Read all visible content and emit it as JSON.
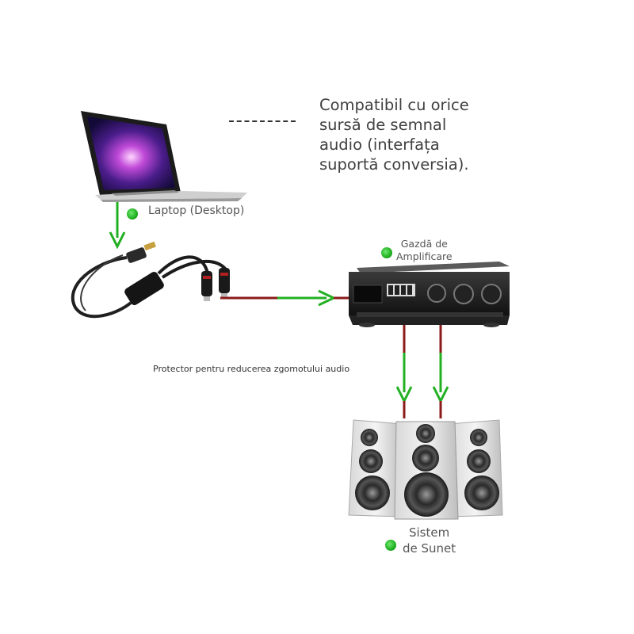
{
  "description": "Compatibil cu orice\nsursă de semnal\naudio (interfața\nsuportă conversia).",
  "labels": {
    "laptop": "Laptop (Desktop)",
    "host": "Gazdă de\nAmplificare",
    "protector": "Protector pentru reducerea zgomotului audio",
    "sound": "Sistem\nde Sunet"
  },
  "colors": {
    "signal_green": "#22b022",
    "line_red": "#8b1a1a",
    "marker_green": "#1fae1f"
  },
  "icons": [
    "laptop-icon",
    "noise-isolator-cable-icon",
    "amplifier-icon",
    "speaker-system-icon"
  ]
}
